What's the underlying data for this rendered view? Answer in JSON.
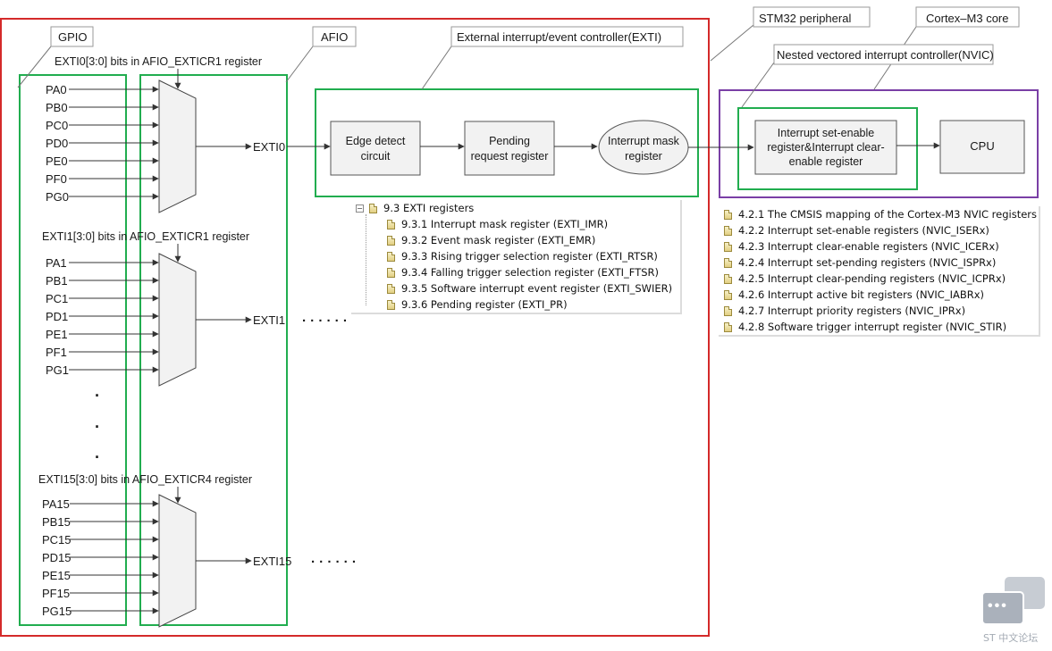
{
  "colors": {
    "stm32_border": "#d42a2a",
    "section_border": "#21ad4f",
    "nvic_border": "#7a3fa6",
    "line": "#333333",
    "box_fill": "#f2f2f2"
  },
  "labels": {
    "gpio": "GPIO",
    "afio": "AFIO",
    "exti_controller": "External interrupt/event controller(EXTI)",
    "stm32_peripheral": "STM32 peripheral",
    "cortex_core": "Cortex–M3 core",
    "nvic": "Nested vectored interrupt controller(NVIC)"
  },
  "mux_groups": [
    {
      "caption": "EXTI0[3:0] bits in AFIO_EXTICR1 register",
      "inputs": [
        "PA0",
        "PB0",
        "PC0",
        "PD0",
        "PE0",
        "PF0",
        "PG0"
      ],
      "output": "EXTI0"
    },
    {
      "caption": "EXTI1[3:0] bits in AFIO_EXTICR1 register",
      "inputs": [
        "PA1",
        "PB1",
        "PC1",
        "PD1",
        "PE1",
        "PF1",
        "PG1"
      ],
      "output": "EXTI1",
      "ellipsis": "· · · · · ·"
    },
    {
      "caption": "EXTI15[3:0] bits in AFIO_EXTICR4 register",
      "inputs": [
        "PA15",
        "PB15",
        "PC15",
        "PD15",
        "PE15",
        "PF15",
        "PG15"
      ],
      "output": "EXTI15",
      "ellipsis": "· · · · · ·"
    }
  ],
  "vertical_ellipsis": [
    "·",
    "·",
    "·"
  ],
  "blocks": {
    "edge_detect": [
      "Edge  detect",
      "circuit"
    ],
    "pending": [
      "Pending",
      "request register"
    ],
    "interrupt_mask": [
      "Interrupt mask",
      "register"
    ],
    "set_enable": [
      "Interrupt set-enable",
      "register&Interrupt clear-",
      "enable  register"
    ],
    "cpu": [
      "CPU"
    ]
  },
  "exti_tree": {
    "root": "9.3 EXTI registers",
    "items": [
      "9.3.1 Interrupt mask register (EXTI_IMR)",
      "9.3.2 Event mask register (EXTI_EMR)",
      "9.3.3 Rising trigger selection register (EXTI_RTSR)",
      "9.3.4 Falling trigger selection register (EXTI_FTSR)",
      "9.3.5 Software interrupt event register (EXTI_SWIER)",
      "9.3.6 Pending register (EXTI_PR)"
    ]
  },
  "nvic_tree": {
    "items": [
      "4.2.1 The CMSIS mapping of the Cortex-M3 NVIC registers",
      "4.2.2 Interrupt set-enable registers (NVIC_ISERx)",
      "4.2.3 Interrupt clear-enable registers (NVIC_ICERx)",
      "4.2.4 Interrupt set-pending registers (NVIC_ISPRx)",
      "4.2.5 Interrupt clear-pending registers (NVIC_ICPRx)",
      "4.2.6 Interrupt active bit registers (NVIC_IABRx)",
      "4.2.7 Interrupt priority registers (NVIC_IPRx)",
      "4.2.8 Software trigger interrupt register (NVIC_STIR)"
    ]
  },
  "watermark": {
    "text": "ST 中文论坛",
    "icon": "chat-bubbles-icon"
  }
}
